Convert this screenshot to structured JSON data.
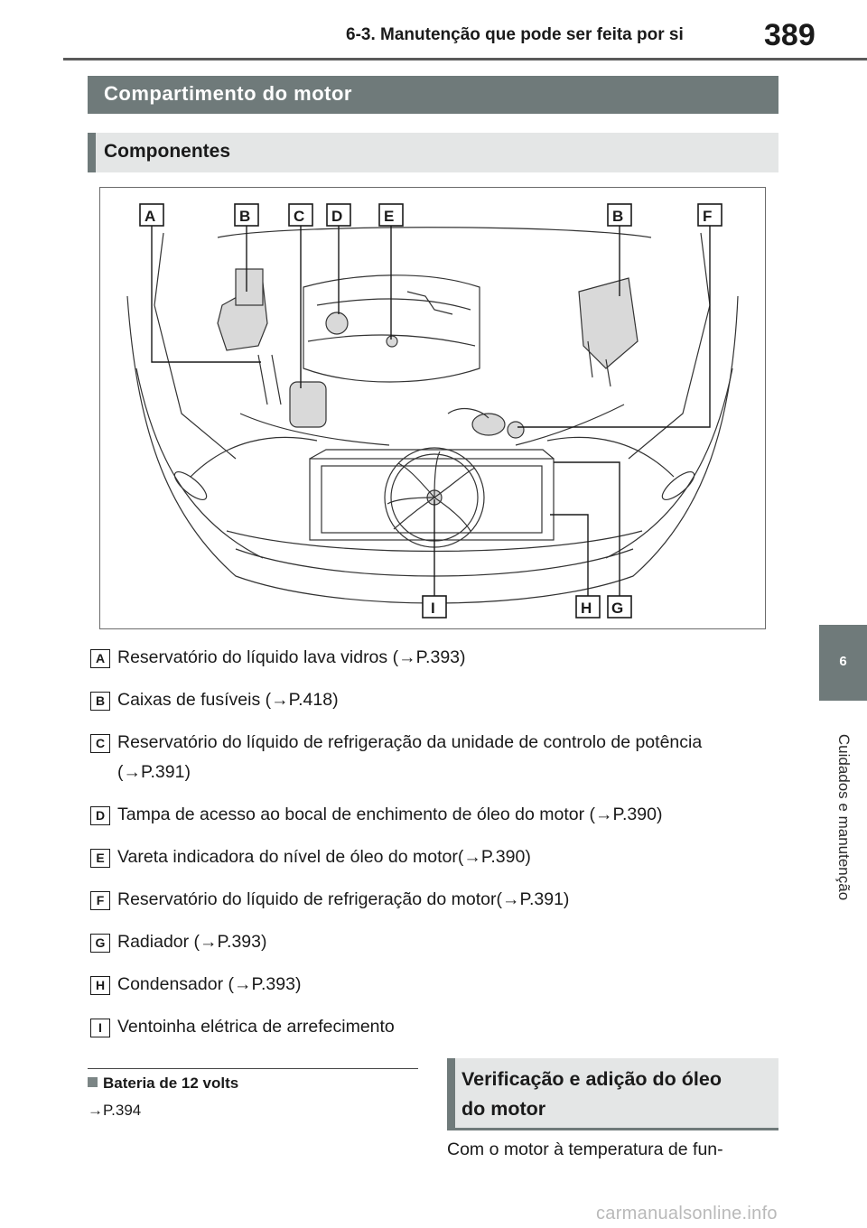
{
  "header": {
    "chapter": "6-3. Manutenção que pode ser feita por si",
    "page_number": "389"
  },
  "side_tab": {
    "number": "6",
    "label": "Cuidados e manutenção"
  },
  "section_title": "Compartimento do motor",
  "subsection_title": "Componentes",
  "figure_labels": {
    "top": [
      "A",
      "B",
      "C",
      "D",
      "E",
      "B",
      "F"
    ],
    "bottom": [
      "I",
      "H",
      "G"
    ]
  },
  "legend": [
    {
      "key": "A",
      "text": "Reservatório do líquido lava vidros (→P.393)"
    },
    {
      "key": "B",
      "text": "Caixas de fusíveis (→P.418)"
    },
    {
      "key": "C",
      "text": "Reservatório do líquido de refrigeração da unidade de controlo de potência (→P.391)"
    },
    {
      "key": "D",
      "text": "Tampa de acesso ao bocal de enchimento de óleo do motor (→P.390)"
    },
    {
      "key": "E",
      "text": "Vareta indicadora do nível de óleo do motor(→P.390)"
    },
    {
      "key": "F",
      "text": "Reservatório do líquido de refrigeração do motor(→P.391)"
    },
    {
      "key": "G",
      "text": "Radiador (→P.393)"
    },
    {
      "key": "H",
      "text": "Condensador (→P.393)"
    },
    {
      "key": "I",
      "text": "Ventoinha elétrica de arrefecimento"
    }
  ],
  "battery": {
    "title": "Bateria de 12 volts",
    "ref": "→P.394"
  },
  "oil_section": {
    "title_line1": "Verificação e adição do óleo",
    "title_line2": "do motor",
    "text": "Com o motor à temperatura de fun-"
  },
  "watermark": "carmanualsonline.info"
}
